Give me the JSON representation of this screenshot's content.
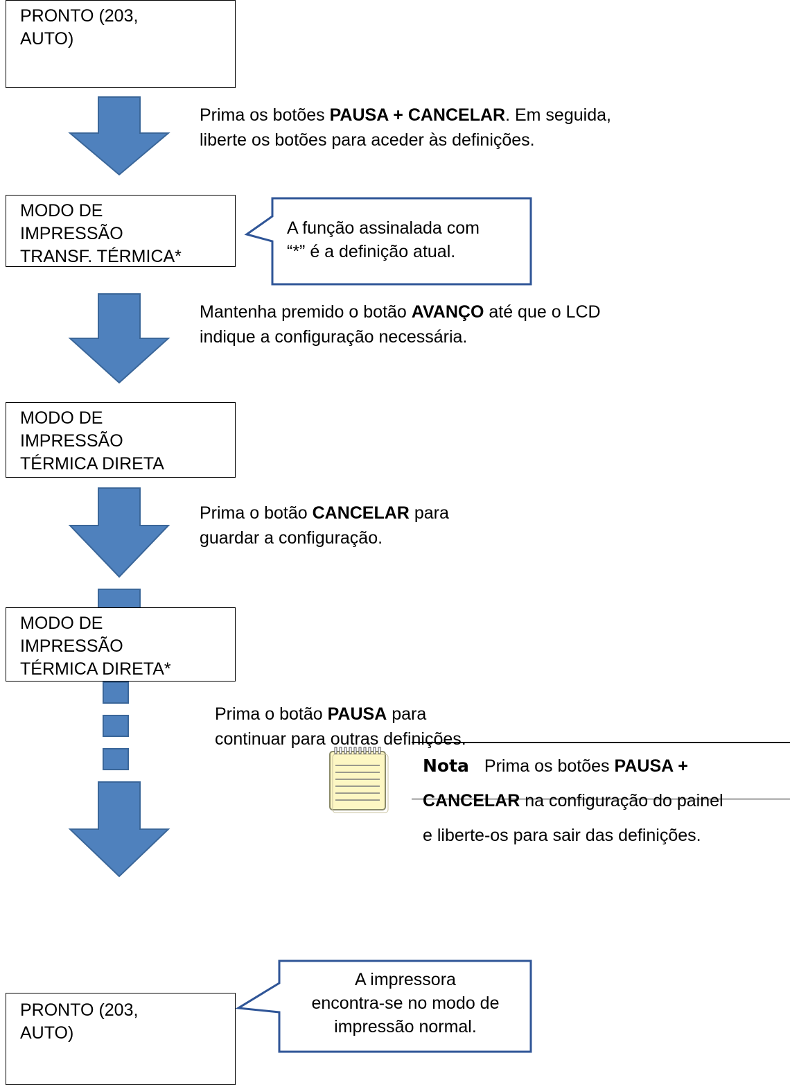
{
  "lcd_boxes": [
    {
      "lines": [
        "PRONTO (203,",
        "AUTO)"
      ]
    },
    {
      "lines": [
        "MODO DE",
        "IMPRESSÃO",
        "TRANSF. TÉRMICA*"
      ]
    },
    {
      "lines": [
        "MODO DE",
        "IMPRESSÃO",
        "TÉRMICA DIRETA"
      ]
    },
    {
      "lines": [
        "MODO DE",
        "IMPRESSÃO",
        "TÉRMICA DIRETA*"
      ]
    },
    {
      "lines": [
        "PRONTO (203,",
        "AUTO)"
      ]
    }
  ],
  "steps": [
    {
      "line1_pre": "Prima os botões ",
      "line1_bold": "PAUSA + CANCELAR",
      "line1_post": ". Em seguida,",
      "line2": "liberte os botões para aceder às definições."
    },
    {
      "line1_pre": "Mantenha premido o botão ",
      "line1_bold": "AVANÇO",
      "line1_post": " até que o LCD",
      "line2": "indique a configuração necessária."
    },
    {
      "line1_pre": "Prima o botão ",
      "line1_bold": "CANCELAR",
      "line1_post": " para",
      "line2": "guardar a configuração."
    },
    {
      "line1_pre": "Prima o botão ",
      "line1_bold": "PAUSA",
      "line1_post": " para",
      "line2": "continuar para outras definições."
    }
  ],
  "callouts": [
    {
      "lines": [
        "A função assinalada com",
        "“*” é a definição atual."
      ]
    },
    {
      "lines": [
        "A impressora",
        "encontra-se no modo de",
        "impressão normal."
      ]
    }
  ],
  "note": {
    "label": "Nota",
    "line1_pre": "Prima os botões ",
    "line1_bold": "PAUSA +",
    "line2_bold": "CANCELAR",
    "line2_post": " na configuração do painel",
    "line3": "e liberte-os para sair das definições.",
    "icon": "notepad-icon"
  },
  "colors": {
    "arrow_fill": "#4f81bd",
    "arrow_stroke": "#3a6699",
    "callout_border": "#2f5597",
    "notepad_fill": "#fdf7c3"
  }
}
